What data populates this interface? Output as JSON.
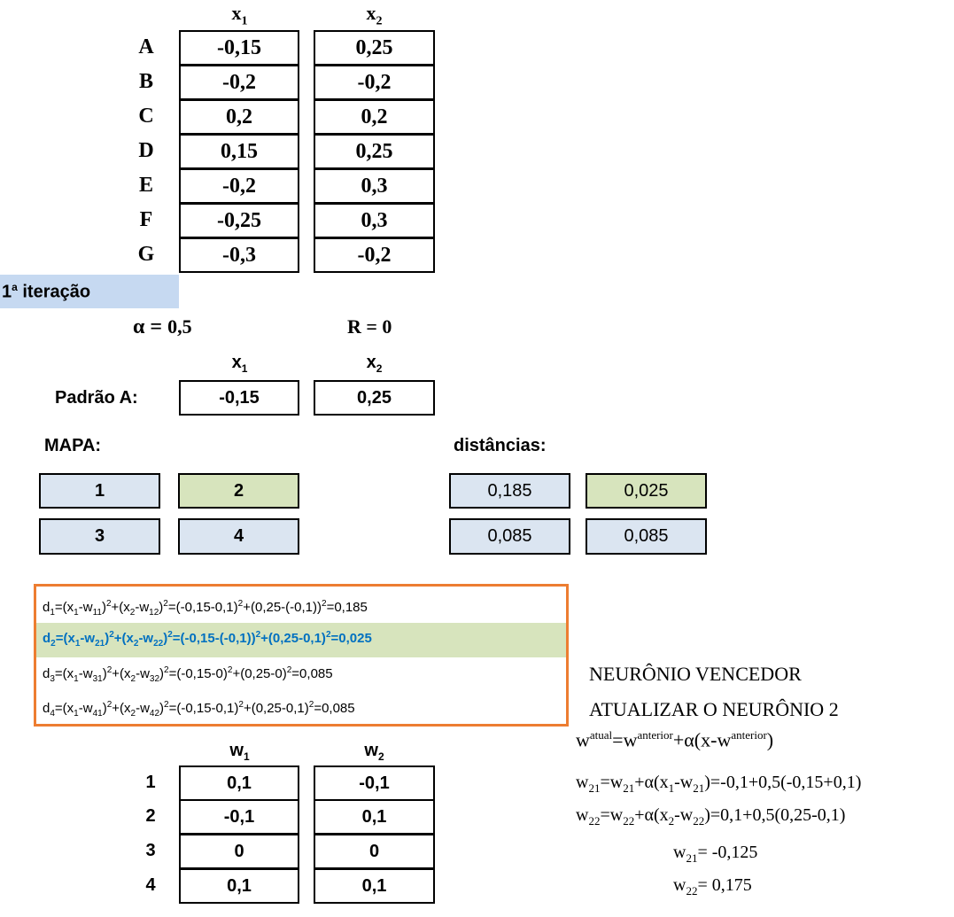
{
  "top_table": {
    "headers": [
      "x1",
      "x2"
    ],
    "rows": [
      {
        "label": "A",
        "x1": "-0,15",
        "x2": "0,25"
      },
      {
        "label": "B",
        "x1": "-0,2",
        "x2": "-0,2"
      },
      {
        "label": "C",
        "x1": "0,2",
        "x2": "0,2"
      },
      {
        "label": "D",
        "x1": "0,15",
        "x2": "0,25"
      },
      {
        "label": "E",
        "x1": "-0,2",
        "x2": "0,3"
      },
      {
        "label": "F",
        "x1": "-0,25",
        "x2": "0,3"
      },
      {
        "label": "G",
        "x1": "-0,3",
        "x2": "-0,2"
      }
    ]
  },
  "iteration": {
    "label_num": "1",
    "label_sup": "a",
    "label_text": " iteração"
  },
  "params": {
    "alpha_symbol": "α =",
    "alpha_value": "0,5",
    "r": "R = 0"
  },
  "pattern": {
    "label": "Padrão A:",
    "headers": [
      "x1",
      "x2"
    ],
    "x1": "-0,15",
    "x2": "0,25"
  },
  "map": {
    "label": "MAPA:",
    "cells": [
      "1",
      "2",
      "3",
      "4"
    ]
  },
  "distances": {
    "label": "distâncias:",
    "cells": [
      "0,185",
      "0,025",
      "0,085",
      "0,085"
    ]
  },
  "equations": [
    "d1=(x1-w11)2+(x2-w12)2=(-0,15-0,1)2+(0,25-(-0,1))2=0,185",
    "d2=(x1-w21)2+(x2-w22)2=(-0,15-(-0,1))2+(0,25-0,1)2=0,025",
    "d3=(x1-w31)2+(x2-w32)2=(-0,15-0)2+(0,25-0)2=0,085",
    "d4=(x1-w41)2+(x2-w42)2=(-0,15-0,1)2+(0,25-0,1)2=0,085"
  ],
  "weights": {
    "headers": [
      "w1",
      "w2"
    ],
    "rows": [
      {
        "label": "1",
        "w1": "0,1",
        "w2": "-0,1"
      },
      {
        "label": "2",
        "w1": "-0,1",
        "w2": "0,1"
      },
      {
        "label": "3",
        "w1": "0",
        "w2": "0"
      },
      {
        "label": "4",
        "w1": "0,1",
        "w2": "0,1"
      }
    ]
  },
  "notes": {
    "winner": "NEURÔNIO VENCEDOR",
    "update": "ATUALIZAR O NEURÔNIO 2",
    "rule": "watual=wanterior+α(x-wanterior)",
    "w21_rule": "w21=w21+α(x1-w21)=-0,1+0,5(-0,15+0,1)",
    "w22_rule": "w22=w22+α(x2-w22)=0,1+0,5(0,25-0,1)",
    "w21_result": "w21= -0,125",
    "w22_result": "w22= 0,175"
  },
  "colors": {
    "blue_cell": "#dbe5f1",
    "green_cell": "#d7e4bd",
    "orange_box": "#ed7d31",
    "eq_blue": "#0070c0"
  }
}
